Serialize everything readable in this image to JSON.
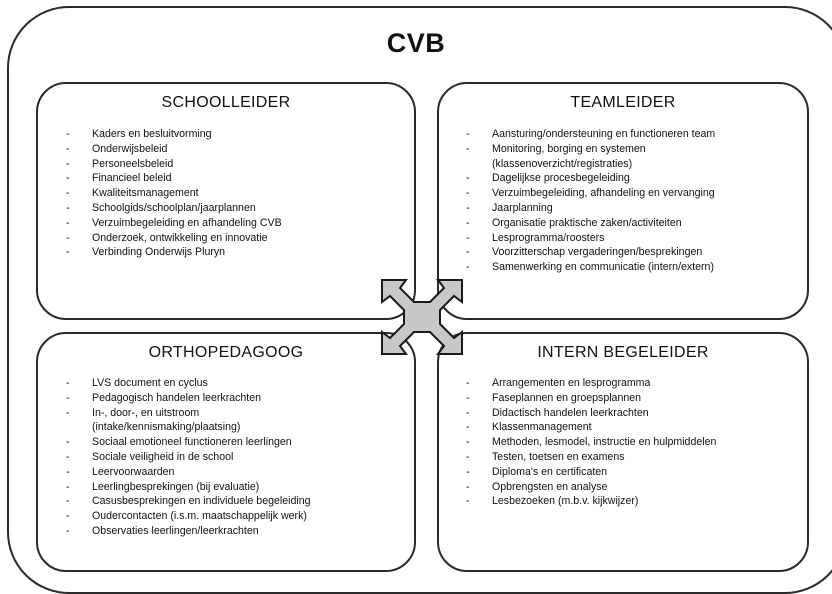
{
  "title": "CVB",
  "boxes": {
    "schoolleider": {
      "title": "SCHOOLLEIDER",
      "items": [
        "Kaders en besluitvorming",
        "Onderwijsbeleid",
        "Personeelsbeleid",
        "Financieel beleid",
        "Kwaliteitsmanagement",
        "Schoolgids/schoolplan/jaarplannen",
        "Verzuimbegeleiding en afhandeling CVB",
        "Onderzoek, ontwikkeling en innovatie",
        "Verbinding Onderwijs Pluryn"
      ]
    },
    "teamleider": {
      "title": "TEAMLEIDER",
      "items": [
        "Aansturing/ondersteuning en functioneren team",
        "Monitoring, borging en systemen",
        "(klassenoverzicht/registraties)",
        "Dagelijkse procesbegeleiding",
        "Verzuimbegeleiding, afhandeling en vervanging",
        "Jaarplanning",
        "Organisatie praktische zaken/activiteiten",
        "Lesprogramma/roosters",
        "Voorzitterschap vergaderingen/besprekingen",
        "Samenwerking en communicatie (intern/extern)"
      ]
    },
    "orthopedagoog": {
      "title": "ORTHOPEDAGOOG",
      "items": [
        "LVS document en cyclus",
        "Pedagogisch handelen leerkrachten",
        "In-, door-, en uitstroom",
        "(intake/kennismaking/plaatsing)",
        "Sociaal emotioneel functioneren leerlingen",
        "Sociale veiligheid in de school",
        "Leervoorwaarden",
        "Leerlingbesprekingen (bij evaluatie)",
        "Casusbesprekingen en individuele begeleiding",
        "Oudercontacten (i.s.m. maatschappelijk werk)",
        "Observaties leerlingen/leerkrachten"
      ]
    },
    "intern_begeleider": {
      "title": "INTERN BEGELEIDER",
      "items": [
        "Arrangementen en lesprogramma",
        "Faseplannen en groepsplannen",
        "Didactisch handelen leerkrachten",
        "Klassenmanagement",
        "Methoden, lesmodel, instructie en hulpmiddelen",
        "Testen, toetsen en examens",
        "Diploma's en certificaten",
        "Opbrengsten en analyse",
        "Lesbezoeken (m.b.v. kijkwijzer)"
      ]
    }
  },
  "bullet": "-",
  "colors": {
    "border": "#2a2a2a",
    "connector_fill": "#c8c8c8",
    "connector_stroke": "#1a1a1a"
  },
  "icons": {
    "connector": "four-way-arrow-icon"
  }
}
